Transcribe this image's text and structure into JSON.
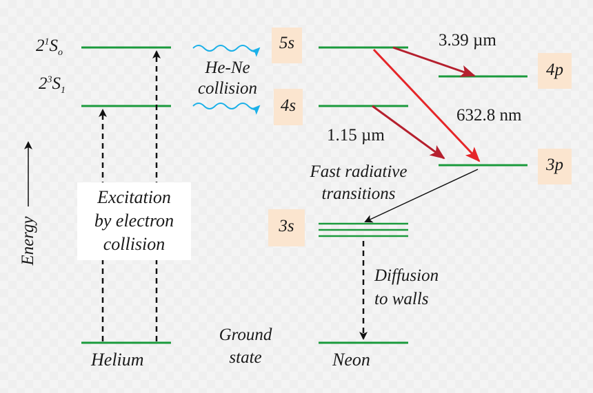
{
  "diagram": {
    "helium": {
      "level_upper": {
        "main": "2",
        "sup": "1",
        "letter": "S",
        "sub": "o"
      },
      "level_lower": {
        "main": "2",
        "sup": "3",
        "letter": "S",
        "sub": "1"
      },
      "excitation_lines": [
        "Excitation",
        "by electron",
        "collision"
      ],
      "base_label": "Helium"
    },
    "collision_lines": [
      "He-Ne",
      "collision"
    ],
    "energy_label": "Energy",
    "ground_state_lines": [
      "Ground",
      "state"
    ],
    "neon": {
      "levels": [
        "5s",
        "4s",
        "4p",
        "3p",
        "3s"
      ],
      "base_label": "Neon"
    },
    "transitions": {
      "t_339": "3.39 µm",
      "t_6328": "632.8 nm",
      "t_115": "1.15 µm"
    },
    "fast_radiative_lines": [
      "Fast radiative",
      "transitions"
    ],
    "diffusion_lines": [
      "Diffusion",
      "to walls"
    ],
    "colors": {
      "level_line": "#1a9a3c",
      "wavy_arrow": "#1ab0e8",
      "arrow_dark_red": "#b5202e",
      "arrow_red": "#e52528",
      "label_box": "#fbe5cf"
    }
  }
}
